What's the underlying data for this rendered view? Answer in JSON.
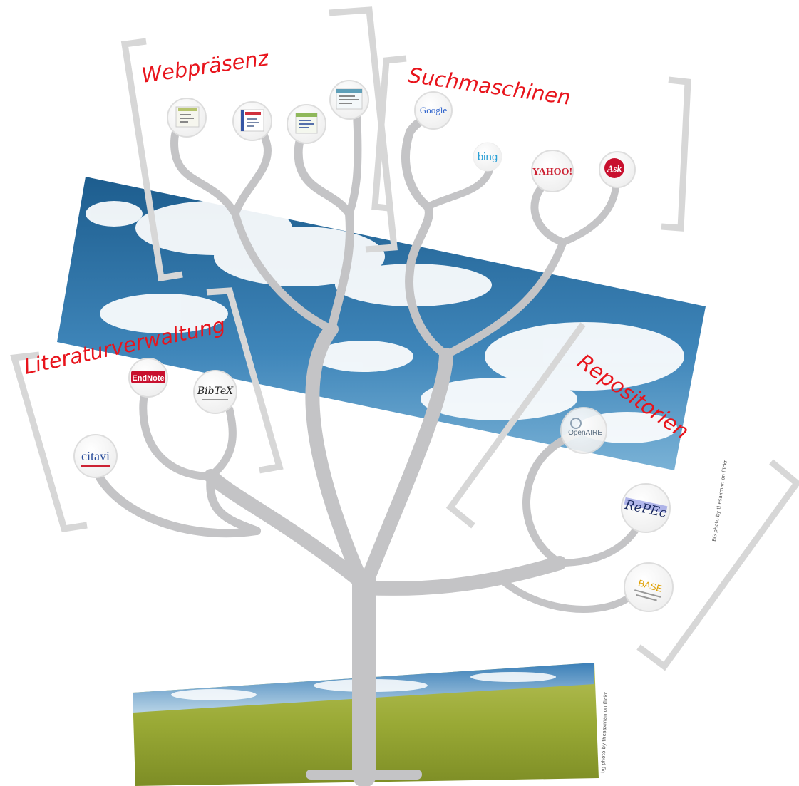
{
  "colors": {
    "heading": "#e8141c",
    "branch": "#c4c4c6",
    "bracket": "#d7d7d7",
    "sky_top": "#1f5f8f",
    "sky_bottom": "#6aa6cf",
    "grass": "#9cab34"
  },
  "sections": {
    "webpraesenz": "Webpräsenz",
    "suchmaschinen": "Suchmaschinen",
    "literaturverwaltung": "Literaturverwaltung",
    "repositorien": "Repositorien"
  },
  "logos": {
    "google": "Google",
    "bing": "bing",
    "yahoo": "YAHOO!",
    "ask": "Ask",
    "endnote": "EndNote",
    "bibtex": "BibTeX",
    "citavi": "citavi",
    "openaire": "OpenAIRE",
    "repec": "RePEc",
    "base": "BASE"
  },
  "credits": {
    "sky": "BG photo by thesaxman on flickr",
    "field": "bg photo by thesaxman on flickr"
  }
}
